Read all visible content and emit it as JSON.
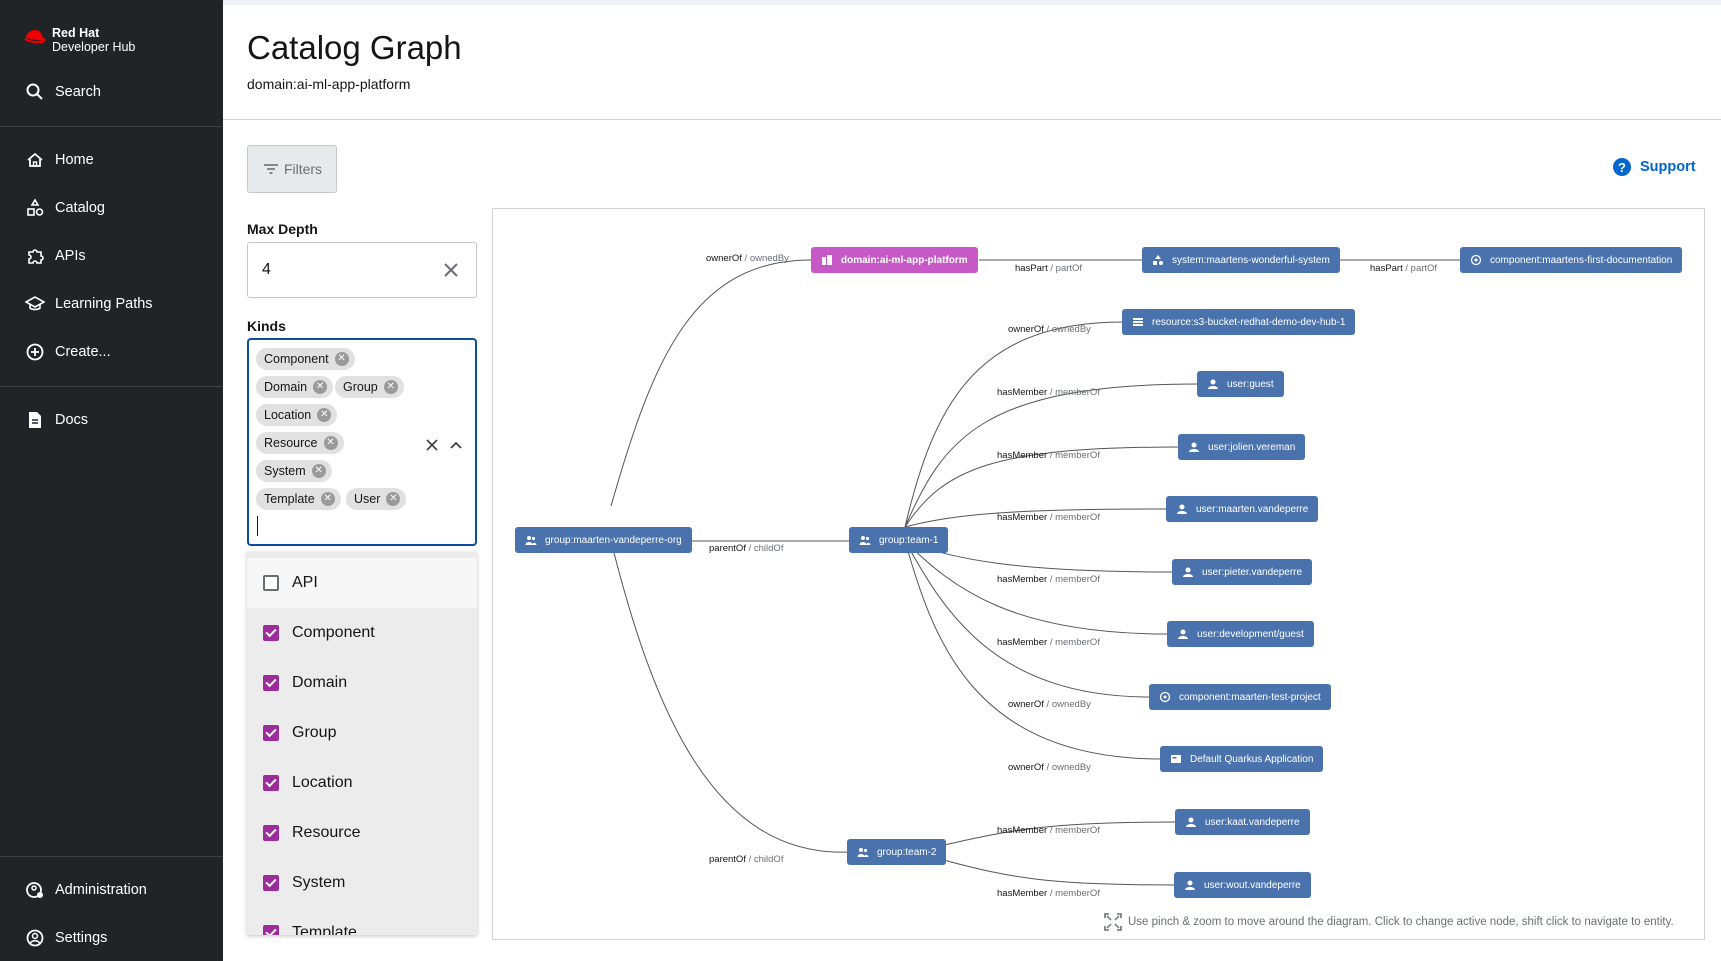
{
  "brand": {
    "line1": "Red Hat",
    "line2": "Developer Hub"
  },
  "sidebar": {
    "search": "Search",
    "items": [
      {
        "label": "Home",
        "icon": "home-icon"
      },
      {
        "label": "Catalog",
        "icon": "catalog-icon"
      },
      {
        "label": "APIs",
        "icon": "puzzle-icon"
      },
      {
        "label": "Learning Paths",
        "icon": "school-icon"
      },
      {
        "label": "Create...",
        "icon": "add-circle-icon"
      },
      {
        "label": "Docs",
        "icon": "document-icon"
      }
    ],
    "bottom": [
      {
        "label": "Administration",
        "icon": "admin-icon"
      },
      {
        "label": "Settings",
        "icon": "account-icon"
      }
    ]
  },
  "header": {
    "title": "Catalog Graph",
    "subtitle": "domain:ai-ml-app-platform"
  },
  "toolbar": {
    "filters_label": "Filters",
    "support_label": "Support"
  },
  "filters": {
    "max_depth_label": "Max Depth",
    "max_depth_value": "4",
    "kinds_label": "Kinds",
    "selected_kinds": [
      "Component",
      "Domain",
      "Group",
      "Location",
      "Resource",
      "System",
      "Template",
      "User"
    ],
    "options": [
      {
        "label": "API",
        "checked": false
      },
      {
        "label": "Component",
        "checked": true
      },
      {
        "label": "Domain",
        "checked": true
      },
      {
        "label": "Group",
        "checked": true
      },
      {
        "label": "Location",
        "checked": true
      },
      {
        "label": "Resource",
        "checked": true
      },
      {
        "label": "System",
        "checked": true
      },
      {
        "label": "Template",
        "checked": true
      }
    ]
  },
  "graph": {
    "nodes": {
      "domain": "domain:ai-ml-app-platform",
      "system": "system:maartens-wonderful-system",
      "component_doc": "component:maartens-first-documentation",
      "resource": "resource:s3-bucket-redhat-demo-dev-hub-1",
      "user_guest": "user:guest",
      "user_jolien": "user:jolien.vereman",
      "user_maarten": "user:maarten.vandeperre",
      "user_pieter": "user:pieter.vandeperre",
      "user_devguest": "user:development/guest",
      "component_test": "component:maarten-test-project",
      "quarkus": "Default Quarkus Application",
      "user_kaat": "user:kaat.vandeperre",
      "user_wout": "user:wout.vandeperre",
      "group_org": "group:maarten-vandeperre-org",
      "group_team1": "group:team-1",
      "group_team2": "group:team-2"
    },
    "edge_labels": {
      "ownerOf": "ownerOf",
      "ownedBy": "/ ownedBy",
      "hasPart": "hasPart",
      "partOf": "/ partOf",
      "hasMember": "hasMember",
      "memberOf": "/ memberOf",
      "parentOf": "parentOf",
      "childOf": "/ childOf"
    },
    "hint": "Use pinch & zoom to move around the diagram. Click to change active node, shift click to navigate to entity."
  }
}
